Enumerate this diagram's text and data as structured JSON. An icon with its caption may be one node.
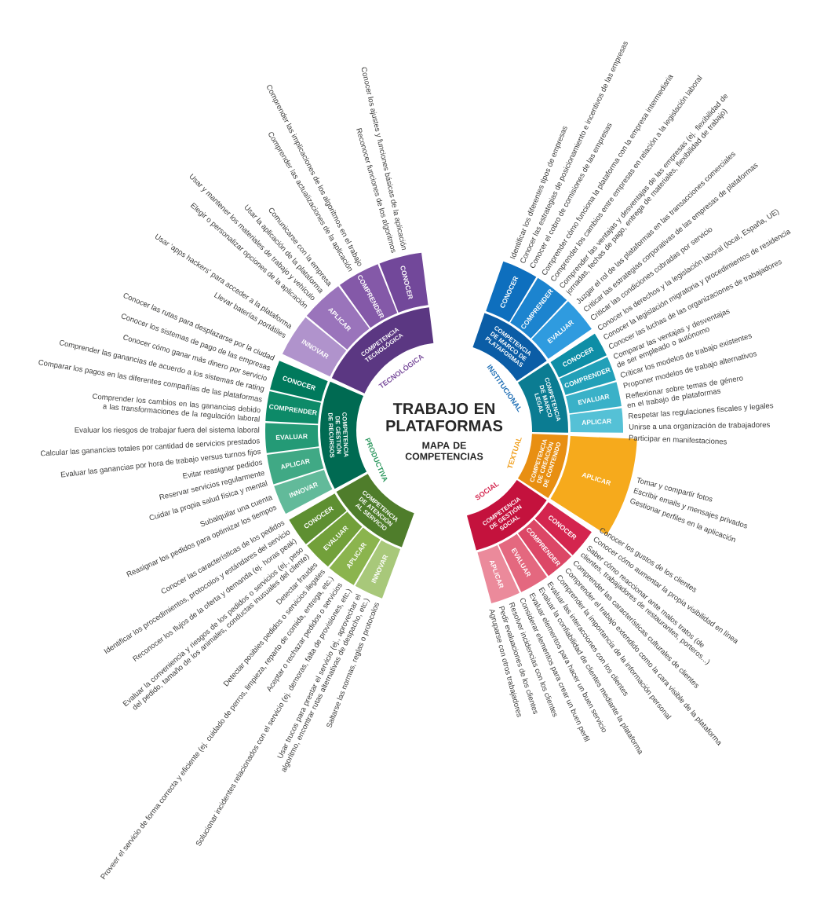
{
  "diagram": {
    "title": "TRABAJO EN PLATAFORMAS",
    "nodes": [
      {
        "text": [
          "COMPETENCIA TECNOLÓGICA"
        ]
      },
      {
        "text": [
          "CONOCER"
        ],
        "beside": [
          "Conocer los ajustes y funciones básicas de la aplicación",
          "Reconocer funciones de los algoritmos"
        ]
      },
      {
        "text": [
          "COMPRENDER"
        ],
        "beside": [
          "Comprender las implicaciones de los algoritmos en el trabajo",
          "Comprender las actualizaciones de la aplicación"
        ]
      },
      {
        "text": [
          "APLICAR"
        ],
        "beside": [
          "Comunicarse con la empresa",
          "Usar la aplicación de la plataforma",
          "Usar y mantener los materiales de trabajo y vehículo",
          "Elegir o personalizar opciones de la aplicación"
        ]
      },
      {
        "text": [
          "INNOVAR"
        ],
        "beside": [
          "Usar ‘apps hackers’ para acceder a la plataforma",
          "Llevar baterías portátiles"
        ]
      },
      {
        "text": [
          "COMPETENCIA DE GESTIÓN DE RECURSOS"
        ]
      },
      {
        "text": [
          "CONOCER"
        ],
        "beside": [
          "Conocer las rutas para desplazarse por la ciudad",
          "Conocer los sistemas de pago de las empresas",
          "Conocer cómo ganar más dinero por servicio"
        ]
      },
      {
        "text": [
          "COMPRENDER"
        ],
        "beside": [
          "Comprender las ganancias de acuerdo a los sistemas de rating",
          "Comparar los pagos en las diferentes compañías de las plataformas",
          "Comprender los cambios en las ganancias debido a las transformaciones de la regulación laboral"
        ]
      },
      {
        "text": [
          "EVALUAR"
        ],
        "beside": [
          "Evaluar los riesgos de trabajar fuera del sistema laboral",
          "Calcular las ganancias totales por cantidad de servicios prestados",
          "Evaluar las ganancias por hora de trabajo versus turnos fijos"
        ]
      },
      {
        "text": [
          "APLICAR"
        ],
        "beside": [
          "Evitar reasignar pedidos",
          "Reservar servicios regularmente",
          "Cuidar la propia salud física y mental"
        ]
      },
      {
        "text": [
          "INNOVAR"
        ],
        "beside": [
          "Subalquilar una cuenta",
          "Reasignar los pedidos para optimizar los tiempos"
        ]
      },
      {
        "text": [
          "COMPETENCIA DE ATENCIÓN AL SERVICIO"
        ]
      },
      {
        "text": [
          "CONOCER"
        ],
        "beside": [
          "Conocer las características de los pedidos",
          "Identificar los procedimientos, protocolos y estándares del servicio",
          "Reconocer los flujos de la oferta y demanda (ej. horas peak)"
        ]
      },
      {
        "text": [
          "EVALUAR"
        ],
        "beside": [
          "Evaluar la conveniencia y riesgos de los pedidos o servicios (ej., peso del pedido, tamaño de los animales, conductas inusuales del cliente)",
          "Detectar fraudes",
          "Detectar posibles pedidos o servicios ilegales"
        ]
      },
      {
        "text": [
          "APLICAR"
        ],
        "beside": [
          "Proveer el servicio de forma correcta y eficiente (ej. cuidado de perros, limpieza, reparto de comida, entrega, etc.)",
          "Aceptar o rechazar pedidos o servicios",
          "Solucionar incidentes relacionados con el servicio (ej. demoras, falta de provisiones, etc.)"
        ]
      },
      {
        "text": [
          "INNOVAR"
        ],
        "beside": [
          "Usar trucos para prestar el servicio (ej., aprovechar el algoritmo, encontrar rutas alternativas de despacho, etc.)",
          "Saltarse las normas, reglas o protocolos"
        ]
      },
      {
        "text": [
          "COMPETENCIA DE MARCO DE PLATAFORMAS"
        ]
      },
      {
        "text": [
          "CONOCER"
        ],
        "beside": [
          "Identificar los diferentes tipos de empresas",
          "Conocer las estrategias de posicionamiento e incentivos de las empresas",
          "Conocer el cobro de comisiones de las empresas"
        ]
      },
      {
        "text": [
          "COMPRENDER"
        ],
        "beside": [
          "Comprender cómo funciona la plataforma con la empresa intermediaria",
          "Comprender los cambios entre empresas en relación a la legislación laboral",
          "Comprender las ventajas y desventajas de las empresas (ej. flexibilidad de jornadas, fechas de pago, entrega de materiales, flexibilidad de trabajo)"
        ]
      },
      {
        "text": [
          "EVALUAR"
        ],
        "beside": [
          "Juzgar el rol de las plataformas en las transacciones comerciales",
          "Criticar las estrategias corporativas de las empresas de plataformas",
          "Criticar las condiciones cobradas por servicio"
        ]
      },
      {
        "text": [
          "COMPETENCIA DE MARCO LEGAL"
        ]
      },
      {
        "text": [
          "CONOCER"
        ],
        "beside": [
          "Conocer los derechos y la legislación laboral (local, España, UE)",
          "Conocer la legislación migratoria y procedimientos de residencia",
          "Conocer las luchas de las organizaciones de trabajadores"
        ]
      },
      {
        "text": [
          "COMPRENDER"
        ],
        "beside": [
          "Comparar las ventajas y desventajas de ser empleado o autónomo"
        ]
      },
      {
        "text": [
          "EVALUAR"
        ],
        "beside": [
          "Criticar los modelos de trabajo existentes",
          "Proponer modelos de trabajo alternativos",
          "Reflexionar sobre temas de género en el trabajo de plataformas"
        ]
      },
      {
        "text": [
          "APLICAR"
        ],
        "beside": [
          "Respetar las regulaciones fiscales y legales",
          "Unirse a una organización de trabajadores",
          "Participar en manifestaciones"
        ]
      },
      {
        "text": [
          "COMPETENCIA DE CREACIÓN DE CONTENIDO"
        ]
      },
      {
        "text": [
          "APLICAR"
        ],
        "beside": [
          "Tomar y compartir fotos",
          "Escribir emails y mensajes privados",
          "Gestionar perfiles en la aplicación"
        ]
      },
      {
        "text": [
          "COMPETENCIA DE GESTIÓN SOCIAL"
        ]
      },
      {
        "text": [
          "CONOCER"
        ],
        "beside": [
          "Conocer los gustos de los clientes",
          "Conocer cómo aumentar la propia visibilidad en línea",
          "Saber cómo reaccionar ante malos tratos (de clientes, trabajadores de restaurantes, porteros...)"
        ]
      },
      {
        "text": [
          "COMPRENDER"
        ],
        "beside": [
          "Comprender las características culturales de clientes",
          "Comprender el trabajo extendido como la cara visible de la plataforma",
          "Comprender la importancia de la información personal"
        ]
      },
      {
        "text": [
          "EVALUAR"
        ],
        "beside": [
          "Evaluar las interacciones con los clientes",
          "Evaluar la confiabilidad de clientes mediante la plataforma",
          "Evaluar elementos para hacer un buen servicio",
          "Considerar elementos para crear un buen perfil"
        ]
      },
      {
        "text": [
          "APLICAR"
        ],
        "beside": [
          "Resolver incidencias con los clientes",
          "Pedir evaluaciones de los clientes",
          "Agruparse con otros trabajadores"
        ]
      }
    ],
    "labels": [
      "MAPA DE COMPETENCIAS",
      "TECNOLÓGICA",
      "PRODUCTIVA",
      "INSTITUCIONAL",
      "TEXTUAL",
      "SOCIAL"
    ]
  }
}
